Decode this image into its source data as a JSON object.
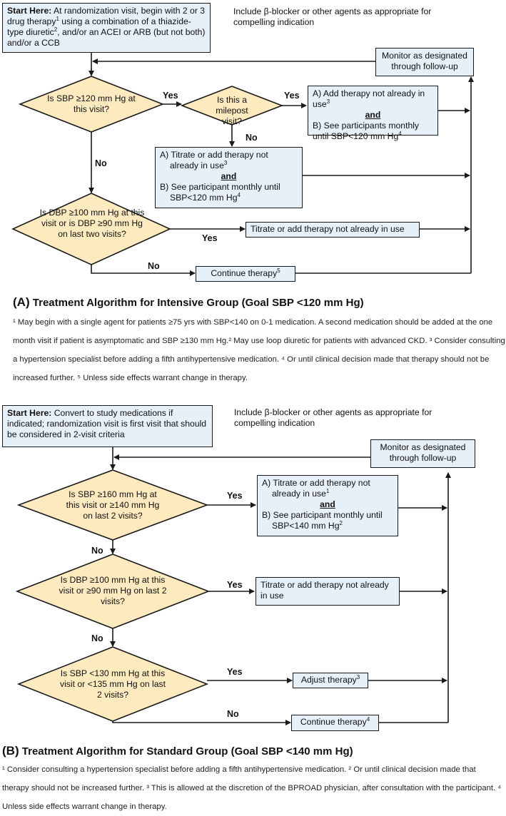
{
  "colors": {
    "box_fill": "#e6f0f8",
    "diamond_fill": "#fdebbf",
    "line": "#1a1a1a"
  },
  "partA": {
    "start": {
      "lead": "Start Here:",
      "text": "At randomization visit, begin with 2 or 3 drug therapy",
      "sup": "1",
      "text2": " using a combination of a thiazide-type diuretic",
      "sup2": "2",
      "text3": ", and/or an ACEI or ARB (but not both) and/or a CCB"
    },
    "note": "Include β-blocker or other agents as appropriate for compelling indication",
    "monitor": "Monitor as designated through follow-up",
    "d1": "Is SBP ≥120 mm Hg at this visit?",
    "d2": "Is this a milepost visit?",
    "d3": "Is DBP ≥100 mm Hg at this visit or is DBP ≥90 mm Hg on last two visits?",
    "yes": "Yes",
    "no": "No",
    "boxA": {
      "a": "A) Add therapy not already in use",
      "a_sup": "3",
      "and": "and",
      "b": "B) See participants monthly until SBP<120 mm Hg",
      "b_sup": "4"
    },
    "boxB": {
      "a1": "A) Titrate or add therapy not",
      "a2": "already in use",
      "a_sup": "3",
      "and": "and",
      "b1": "B) See participant monthly until",
      "b2": "SBP<120 mm Hg",
      "b_sup": "4"
    },
    "titrate": "Titrate or add therapy not already in use",
    "continue": "Continue therapy",
    "continue_sup": "5",
    "heading_letter": "(A)",
    "heading": "Treatment Algorithm for Intensive Group (Goal SBP <120 mm Hg)",
    "footnotes": "¹ May begin with a single agent for patients ≥75 yrs with SBP<140 on 0-1 medication. A second medication should be added at the one month visit if patient is asymptomatic and SBP ≥130 mm Hg.² May use loop diuretic for patients with advanced CKD. ³ Consider consulting a hypertension specialist before adding a fifth antihypertensive medication. ⁴ Or until clinical decision made that therapy should not be increased further. ⁵ Unless side effects warrant change in therapy."
  },
  "partB": {
    "start": {
      "lead": "Start Here:",
      "text": "Convert to study medications if indicated; randomization visit is first visit that should be considered in 2-visit criteria"
    },
    "note": "Include β-blocker or other agents as appropriate for compelling indication",
    "monitor": "Monitor as designated through follow-up",
    "d1": "Is SBP ≥160 mm Hg at this visit or ≥140 mm Hg on last 2 visits?",
    "d2": "Is DBP ≥100 mm Hg at this visit or ≥90 mm Hg on last 2 visits?",
    "d3": "Is SBP <130 mm Hg at this visit or <135 mm Hg on last 2 visits?",
    "yes": "Yes",
    "no": "No",
    "boxA": {
      "a1": "A) Titrate or add therapy not",
      "a2": "already in use",
      "a_sup": "1",
      "and": "and",
      "b1": "B) See participant monthly until",
      "b2": "SBP<140 mm Hg",
      "b_sup": "2"
    },
    "titrate": "Titrate or add therapy not already in use",
    "adjust": "Adjust therapy",
    "adjust_sup": "3",
    "continue": "Continue therapy",
    "continue_sup": "4",
    "heading_letter": "(B)",
    "heading": "Treatment Algorithm for Standard Group (Goal SBP <140 mm Hg)",
    "footnotes": "¹ Consider consulting a hypertension specialist before adding a fifth antihypertensive medication. ² Or until clinical decision made that therapy should not be increased further. ³ This is allowed at the discretion of the BPROAD physician, after consultation with the participant. ⁴ Unless side effects warrant change in therapy."
  }
}
